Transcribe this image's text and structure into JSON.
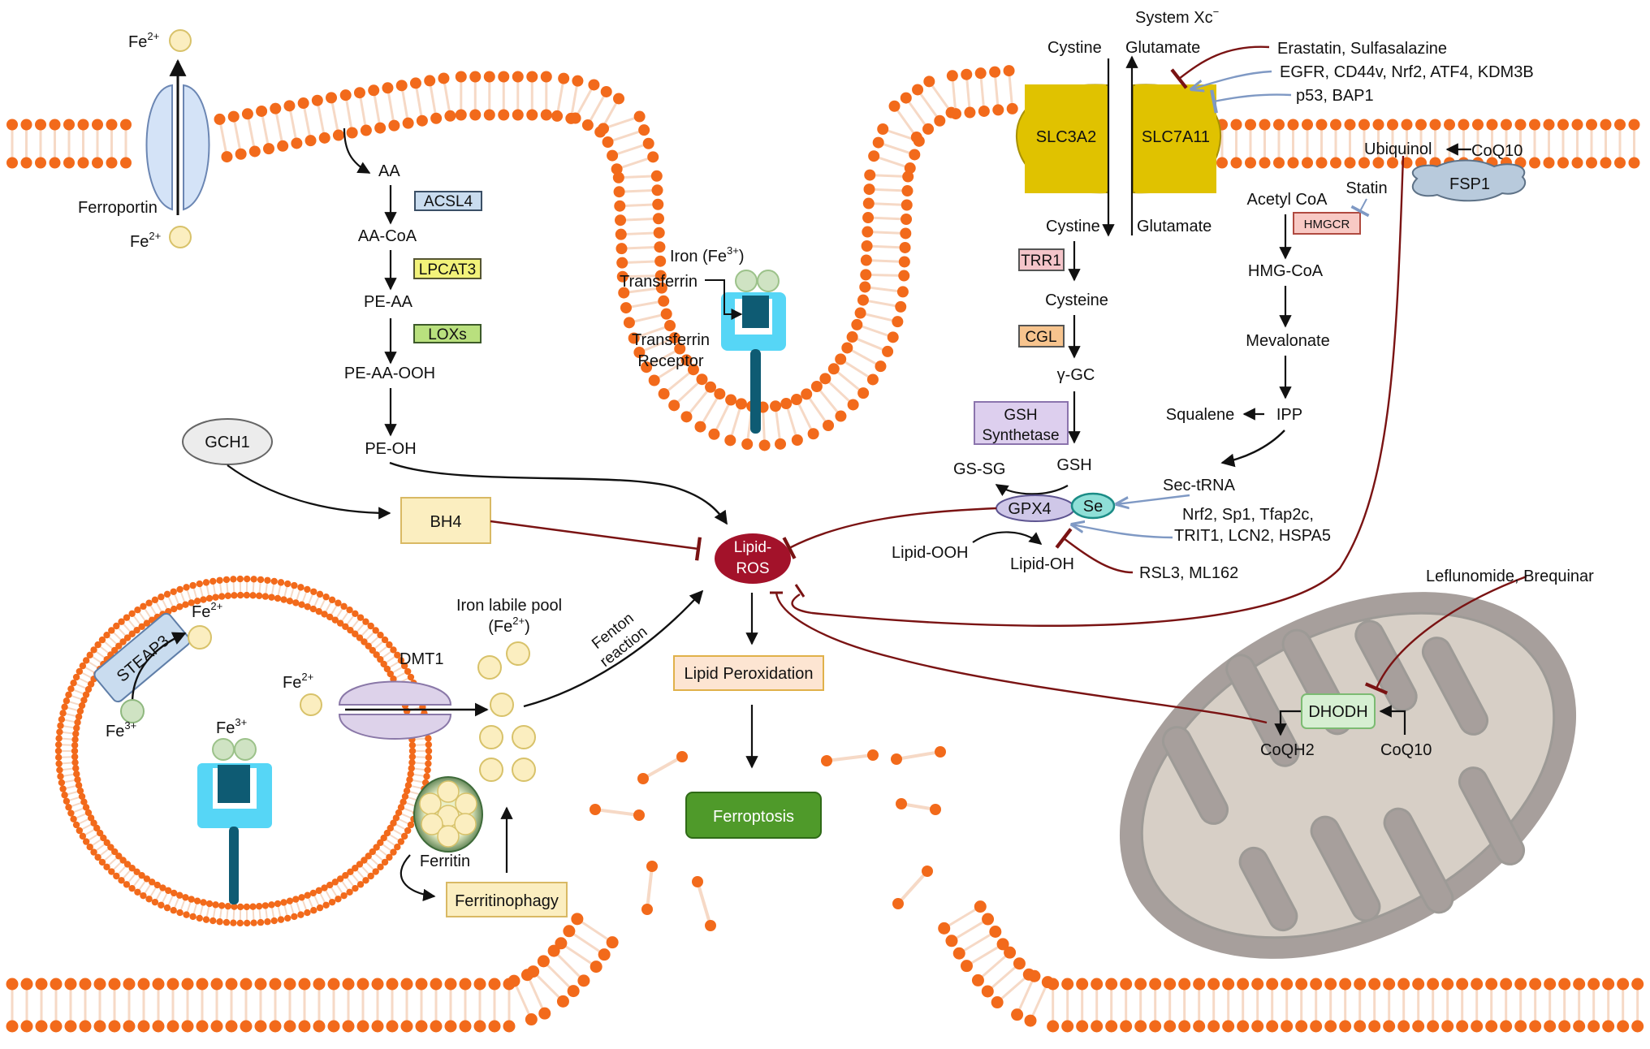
{
  "title": "Ferroptosis regulatory pathways",
  "colors": {
    "membrane_head": "#f26a1b",
    "membrane_tail": "#f6d9c6",
    "inhibit_line": "#7a1313",
    "promote_line": "#7f99c4",
    "arrow": "#111111",
    "lipid_ros_fill": "#a3122a",
    "ferroptosis_fill": "#4f9a2a",
    "fe2_fill": "#fbeec0",
    "fe3_fill": "#cfe3c3",
    "slc_fill": "#e0c200",
    "receptor_fill": "#56d6f6",
    "receptor_core": "#0e5b73",
    "mito_outer": "#a79f9c",
    "mito_inner": "#d7cfc6"
  },
  "ferroportin": {
    "label": "Ferroportin",
    "fe_out": "Fe",
    "fe_out_sup": "2+",
    "fe_in": "Fe",
    "fe_in_sup": "2+"
  },
  "lipid_pathway": {
    "steps": [
      "AA",
      "AA-CoA",
      "PE-AA",
      "PE-AA-OOH",
      "PE-OH"
    ],
    "enzymes": [
      {
        "label": "ACSL4",
        "fill": "#c9dcef",
        "stroke": "#3b4f66"
      },
      {
        "label": "LPCAT3",
        "fill": "#f2f27a",
        "stroke": "#555533"
      },
      {
        "label": "LOXs",
        "fill": "#b9e07e",
        "stroke": "#3d5a2a"
      }
    ]
  },
  "transferrin": {
    "iron_label": "Iron (Fe",
    "iron_sup": "3+",
    "iron_close": ")",
    "transferrin_label": "Transferrin",
    "receptor_label_line1": "Transferrin",
    "receptor_label_line2": "Receptor"
  },
  "system_xc": {
    "title": "System Xc",
    "title_sup": "−",
    "slc3a2": "SLC3A2",
    "slc7a11": "SLC7A11",
    "cystine_out": "Cystine",
    "glutamate_out": "Glutamate",
    "cystine_in": "Cystine",
    "glutamate_in": "Glutamate",
    "regulators": [
      {
        "label": "Erastatin, Sulfasalazine",
        "type": "inhibit"
      },
      {
        "label": "EGFR, CD44v, Nrf2, ATF4, KDM3B",
        "type": "promote"
      },
      {
        "label": "p53, BAP1",
        "type": "inhibit-blue"
      }
    ]
  },
  "gsh_pathway": {
    "steps": [
      "Cysteine",
      "γ-GC",
      "GSH"
    ],
    "enzymes": [
      {
        "label": "TRR1",
        "fill": "#f4c4c9",
        "stroke": "#555"
      },
      {
        "label": "CGL",
        "fill": "#f7c48e",
        "stroke": "#555"
      },
      {
        "label_line1": "GSH",
        "label_line2": "Synthetase",
        "fill": "#ddcfee",
        "stroke": "#8b74ad"
      }
    ],
    "gs_sg": "GS-SG",
    "gpx4": "GPX4",
    "se": "Se",
    "lipid_ooh": "Lipid-OOH",
    "lipid_oh": "Lipid-OH",
    "sec_trna": "Sec-tRNA",
    "gpx4_regulators_line1": "Nrf2, Sp1, Tfap2c,",
    "gpx4_regulators_line2": "TRIT1, LCN2, HSPA5",
    "gpx4_inhibitors": "RSL3, ML162"
  },
  "mevalonate": {
    "steps": [
      "Acetyl CoA",
      "HMG-CoA",
      "Mevalonate",
      "IPP"
    ],
    "hmgcr": "HMGCR",
    "statin": "Statin",
    "squalene": "Squalene",
    "ubiquinol": "Ubiquinol",
    "coq10": "CoQ10",
    "fsp1": "FSP1"
  },
  "gch1": {
    "gch1": "GCH1",
    "bh4": "BH4"
  },
  "core": {
    "lipid_ros_line1": "Lipid-",
    "lipid_ros_line2": "ROS",
    "lipid_peroxidation": "Lipid Peroxidation",
    "ferroptosis": "Ferroptosis",
    "fenton_line1": "Fenton",
    "fenton_line2": "reaction"
  },
  "iron_metabolism": {
    "steap3": "STEAP3",
    "fe2": "Fe",
    "fe2_sup": "2+",
    "fe3": "Fe",
    "fe3_sup": "3+",
    "dmt1": "DMT1",
    "labile_pool_line1": "Iron labile pool",
    "labile_pool_line2": "(Fe",
    "labile_pool_sup": "2+",
    "labile_pool_close": ")",
    "ferritin": "Ferritin",
    "ferritinophagy": "Ferritinophagy"
  },
  "mitochondria": {
    "dhodh": "DHODH",
    "coqh2": "CoQH2",
    "coq10": "CoQ10",
    "inhibitors": "Leflunomide, Brequinar"
  }
}
